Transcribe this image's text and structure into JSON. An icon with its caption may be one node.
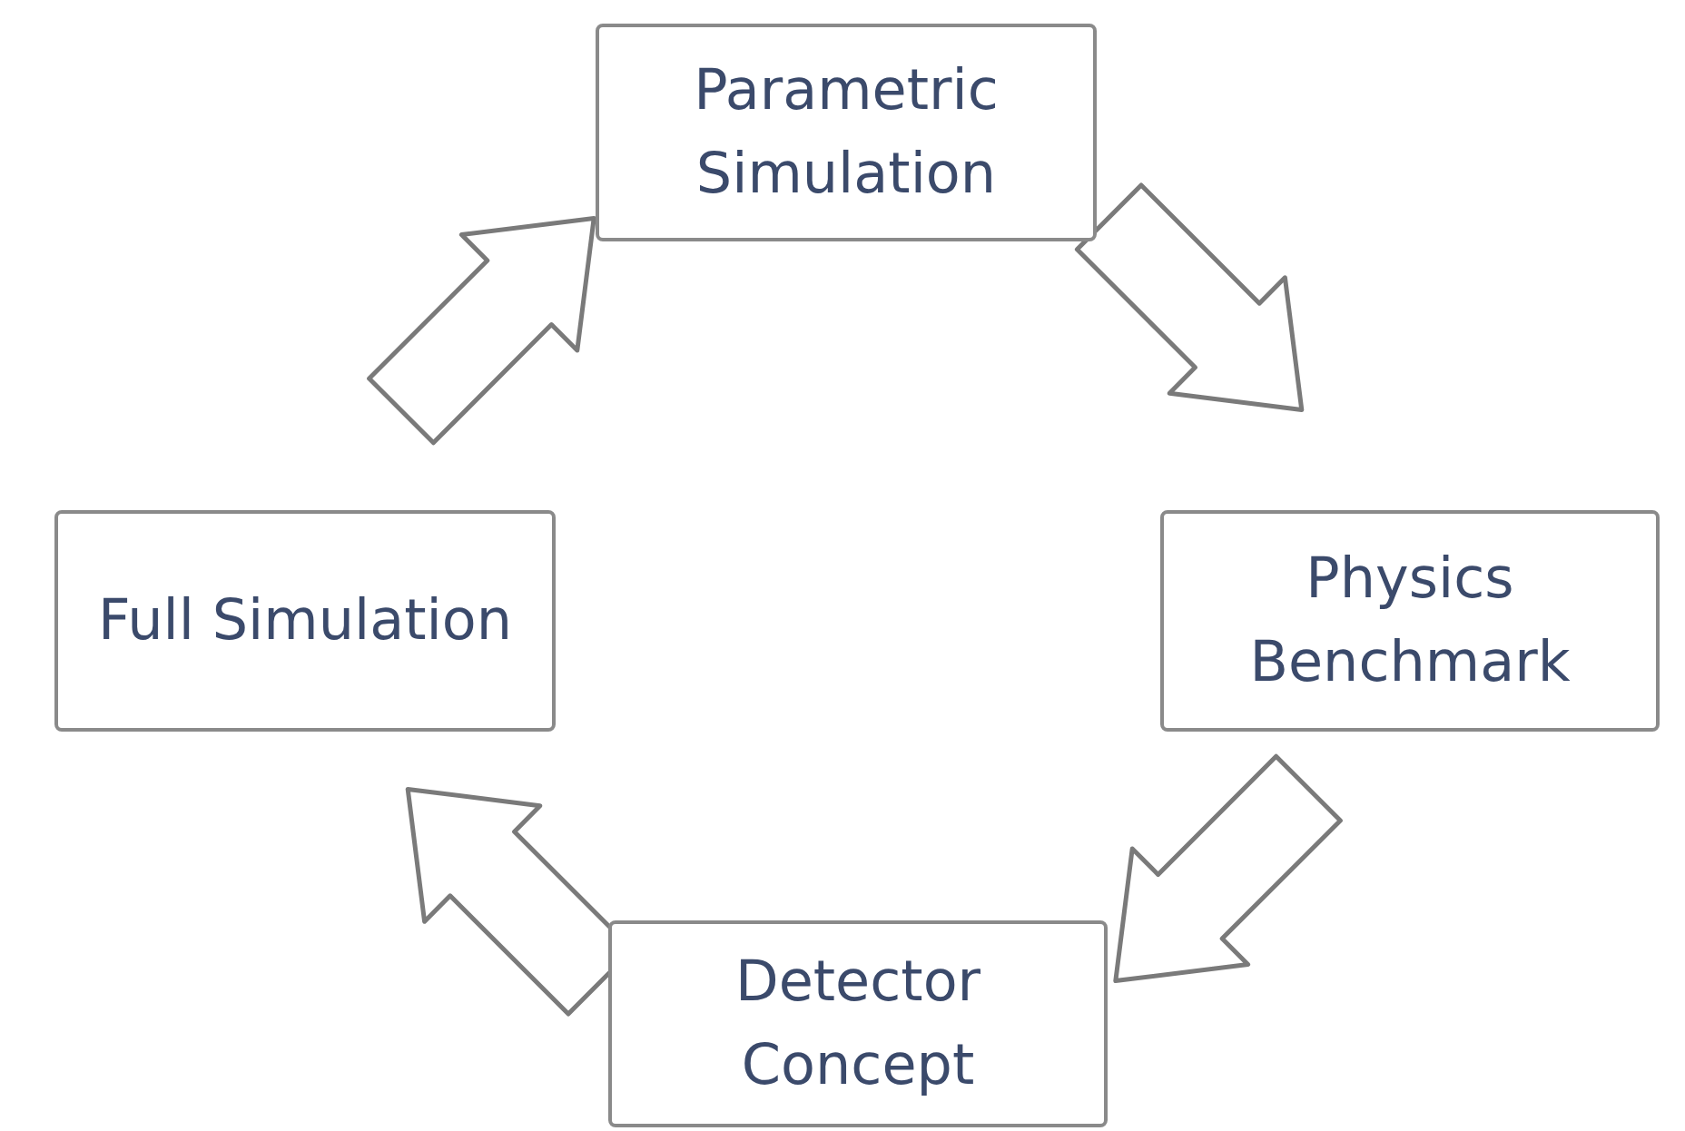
{
  "diagram": {
    "nodes": [
      {
        "text": [
          "Parametric Simulation"
        ]
      },
      {
        "text": [
          "Physics Benchmark"
        ]
      },
      {
        "text": [
          "Detector Concept"
        ]
      },
      {
        "text": [
          "Full Simulation"
        ]
      }
    ],
    "edges": [
      {
        "from": 0,
        "to": 1,
        "arrow": "to"
      },
      {
        "from": 1,
        "to": 2,
        "arrow": "to"
      },
      {
        "from": 2,
        "to": 3,
        "arrow": "to"
      },
      {
        "from": 3,
        "to": 0,
        "arrow": "to"
      }
    ]
  }
}
